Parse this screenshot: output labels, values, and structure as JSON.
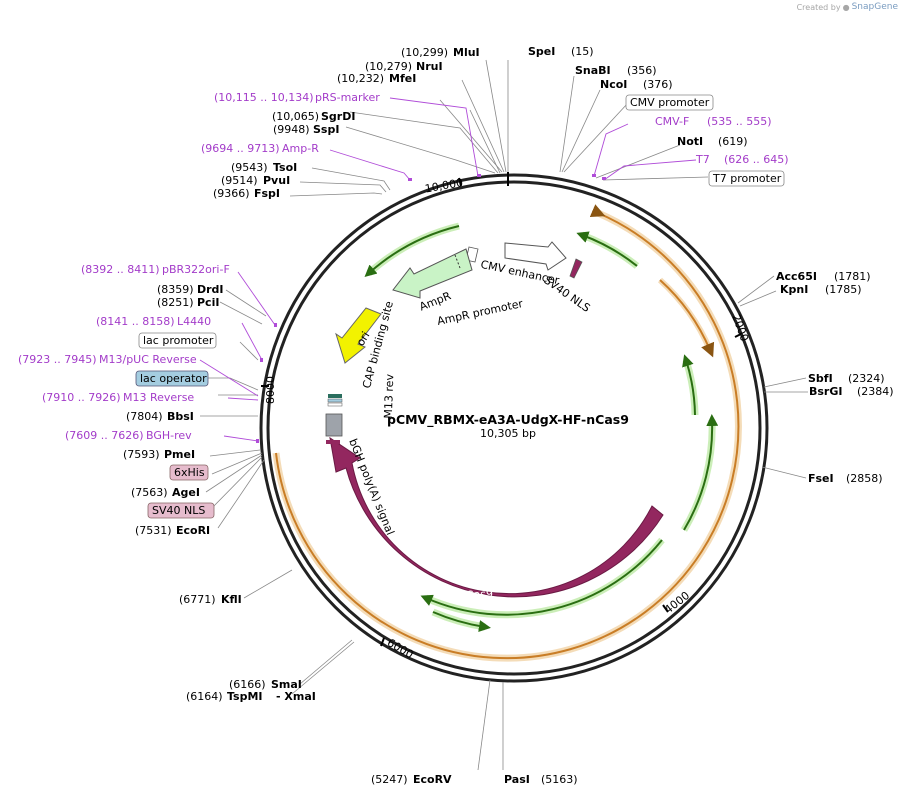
{
  "credit": {
    "created_by": "Created by",
    "brand": "SnapGene"
  },
  "plasmid": {
    "name": "pCMV_RBMX-eA3A-UdgX-HF-nCas9",
    "size": "10,305 bp"
  },
  "colors": {
    "green": "#3f9a1e",
    "orange": "#c97d26",
    "cas9": "#93275f",
    "purple_label": "#a33cc9",
    "ori": "#f2f200",
    "ampR": "#c9f3c6",
    "lac_operator": "#a4cde0",
    "pink_box": "#e6bccd"
  },
  "ticks": [
    "10,000",
    "2000",
    "4000",
    "6000",
    "8000"
  ],
  "sites": {
    "SpeI": {
      "name": "SpeI",
      "pos": "(15)"
    },
    "MluI": {
      "name": "MluI",
      "pos": "(10,299)"
    },
    "NruI": {
      "name": "NruI",
      "pos": "(10,279)"
    },
    "MfeI": {
      "name": "MfeI",
      "pos": "(10,232)"
    },
    "pRS_marker": {
      "name": "pRS-marker",
      "pos": "(10,115 .. 10,134)"
    },
    "SgrDI": {
      "name": "SgrDI",
      "pos": "(10,065)"
    },
    "SspI": {
      "name": "SspI",
      "pos": "(9948)"
    },
    "Amp_R": {
      "name": "Amp-R",
      "pos": "(9694 .. 9713)"
    },
    "TsoI": {
      "name": "TsoI",
      "pos": "(9543)"
    },
    "PvuI": {
      "name": "PvuI",
      "pos": "(9514)"
    },
    "FspI": {
      "name": "FspI",
      "pos": "(9366)"
    },
    "SnaBI": {
      "name": "SnaBI",
      "pos": "(356)"
    },
    "NcoI": {
      "name": "NcoI",
      "pos": "(376)"
    },
    "CMV_promoter": {
      "name": "CMV promoter"
    },
    "CMV_F": {
      "name": "CMV-F",
      "pos": "(535 .. 555)"
    },
    "NotI": {
      "name": "NotI",
      "pos": "(619)"
    },
    "T7": {
      "name": "T7",
      "pos": "(626 .. 645)"
    },
    "T7_promoter": {
      "name": "T7 promoter"
    },
    "Acc65I": {
      "name": "Acc65I",
      "pos": "(1781)"
    },
    "KpnI": {
      "name": "KpnI",
      "pos": "(1785)"
    },
    "SbfI": {
      "name": "SbfI",
      "pos": "(2324)"
    },
    "BsrGI": {
      "name": "BsrGI",
      "pos": "(2384)"
    },
    "FseI": {
      "name": "FseI",
      "pos": "(2858)"
    },
    "PasI": {
      "name": "PasI",
      "pos": "(5163)"
    },
    "EcoRV": {
      "name": "EcoRV",
      "pos": "(5247)"
    },
    "SmaI": {
      "name": "SmaI",
      "pos": "(6166)"
    },
    "TspMI": {
      "name": "TspMI",
      "pos": "(6164)"
    },
    "XmaI": {
      "name": "- XmaI"
    },
    "KflI": {
      "name": "KflI",
      "pos": "(6771)"
    },
    "pBR322ori_F": {
      "name": "pBR322ori-F",
      "pos": "(8392 .. 8411)"
    },
    "DrdI": {
      "name": "DrdI",
      "pos": "(8359)"
    },
    "PciI": {
      "name": "PciI",
      "pos": "(8251)"
    },
    "L4440": {
      "name": "L4440",
      "pos": "(8141 .. 8158)"
    },
    "lac_promoter": {
      "name": "lac promoter"
    },
    "M13_pUC_Reverse": {
      "name": "M13/pUC Reverse",
      "pos": "(7923 .. 7945)"
    },
    "lac_operator": {
      "name": "lac operator"
    },
    "M13_Reverse": {
      "name": "M13 Reverse",
      "pos": "(7910 .. 7926)"
    },
    "BbsI": {
      "name": "BbsI",
      "pos": "(7804)"
    },
    "BGH_rev": {
      "name": "BGH-rev",
      "pos": "(7609 .. 7626)"
    },
    "PmeI": {
      "name": "PmeI",
      "pos": "(7593)"
    },
    "his6": {
      "name": "6xHis"
    },
    "AgeI": {
      "name": "AgeI",
      "pos": "(7563)"
    },
    "SV40_NLS_box": {
      "name": "SV40 NLS"
    },
    "EcoRI": {
      "name": "EcoRI",
      "pos": "(7531)"
    }
  },
  "features": {
    "cmv_enhancer": "CMV enhancer",
    "sv40_nls": "SV40 NLS",
    "ampR": "AmpR",
    "ampR_promoter": "AmpR promoter",
    "ori": "ori",
    "cap_binding": "CAP binding site",
    "m13_rev": "M13 rev",
    "bgh": "bGH poly(A) signal",
    "cas9": "Cas9"
  }
}
